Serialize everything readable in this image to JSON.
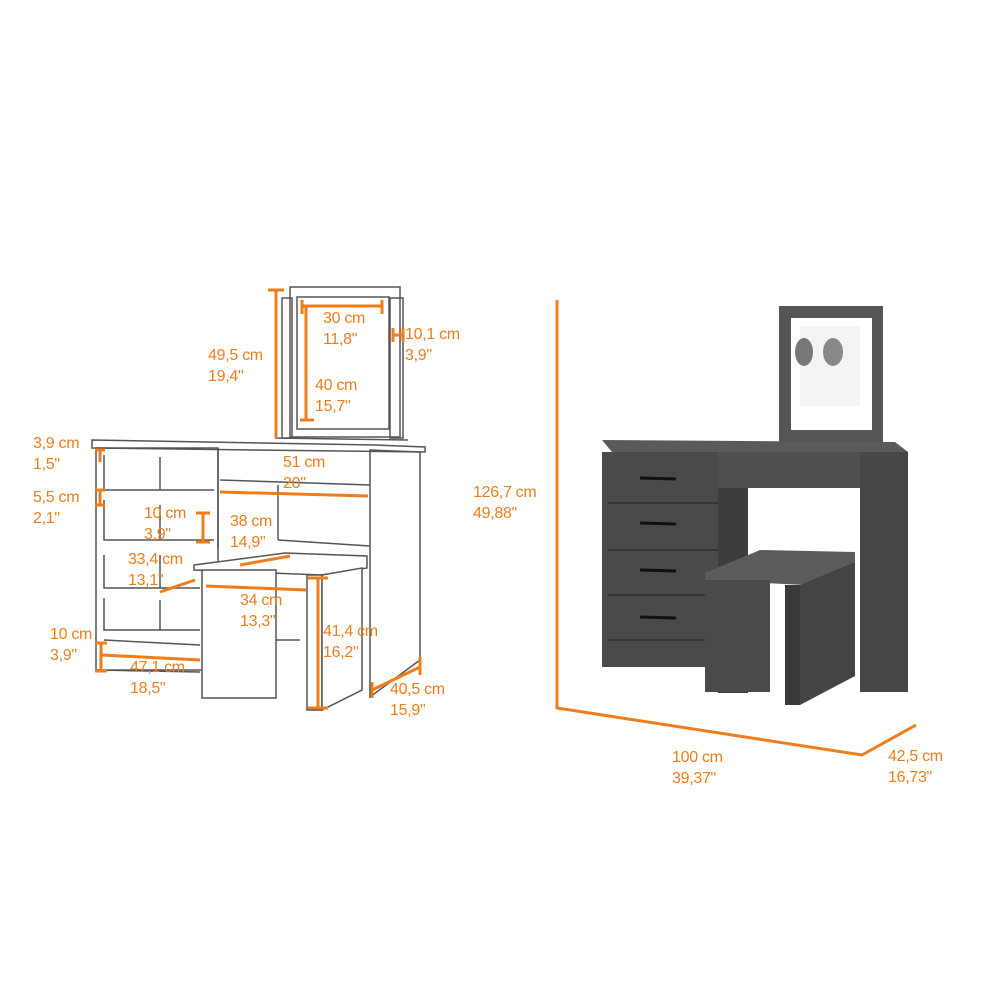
{
  "colors": {
    "accent": "#f07d1a",
    "line": "#555555",
    "wood": "#4a4a4c"
  },
  "left_diagram": {
    "mirror_total_height": {
      "cm": "49,5 cm",
      "in": "19,4\""
    },
    "mirror_width": {
      "cm": "30 cm",
      "in": "11,8\""
    },
    "mirror_stand_width": {
      "cm": "10,1 cm",
      "in": "3,9\""
    },
    "mirror_height": {
      "cm": "40 cm",
      "in": "15,7\""
    },
    "top_thickness": {
      "cm": "3,9 cm",
      "in": "1,5\""
    },
    "knee_width": {
      "cm": "51 cm",
      "in": "20\""
    },
    "drawer_gap": {
      "cm": "5,5 cm",
      "in": "2,1\""
    },
    "drawer_height": {
      "cm": "10 cm",
      "in": "3,9\""
    },
    "stool_depth": {
      "cm": "38 cm",
      "in": "14,9\""
    },
    "drawer_depth": {
      "cm": "33,4 cm",
      "in": "13,1\""
    },
    "stool_width": {
      "cm": "34 cm",
      "in": "13,3\""
    },
    "stool_height": {
      "cm": "41,4 cm",
      "in": "16,2\""
    },
    "bottom_drawer_height": {
      "cm": "10 cm",
      "in": "3,9\""
    },
    "cabinet_width": {
      "cm": "47,1 cm",
      "in": "18,5\""
    },
    "side_depth": {
      "cm": "40,5 cm",
      "in": "15,9\""
    }
  },
  "right_diagram": {
    "total_height": {
      "cm": "126,7 cm",
      "in": "49,88\""
    },
    "total_width": {
      "cm": "100 cm",
      "in": "39,37\""
    },
    "total_depth": {
      "cm": "42,5 cm",
      "in": "16,73\""
    }
  }
}
